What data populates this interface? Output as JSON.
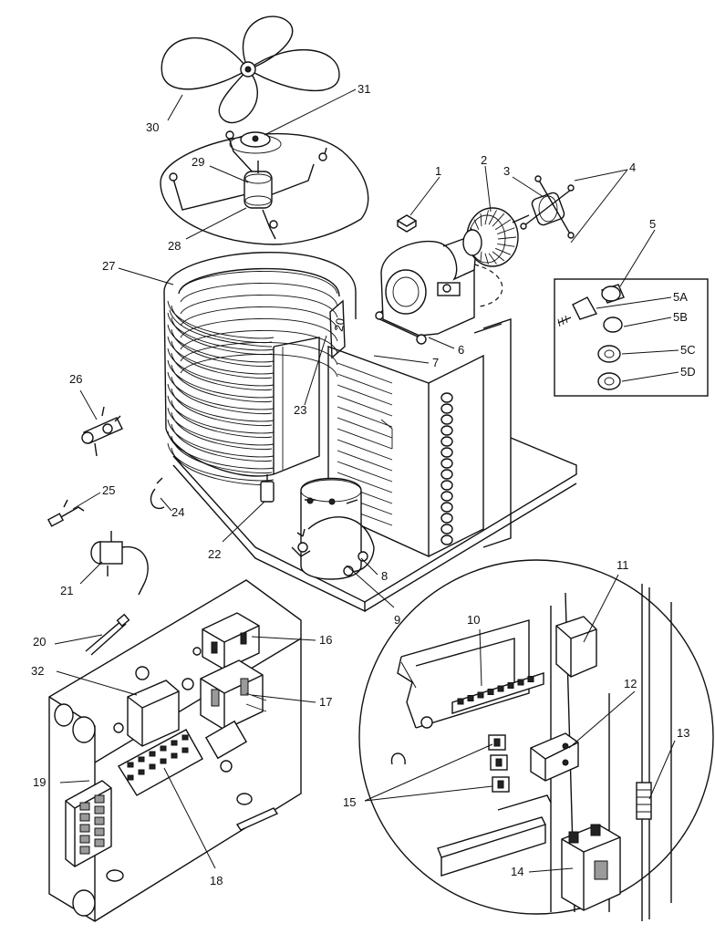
{
  "figure": {
    "kind": "exploded parts diagram",
    "labels": [
      "1",
      "2",
      "3",
      "4",
      "5",
      "5A",
      "5B",
      "5C",
      "5D",
      "6",
      "7",
      "8",
      "9",
      "10",
      "11",
      "12",
      "13",
      "14",
      "15",
      "16",
      "17",
      "18",
      "19",
      "20",
      "21",
      "22",
      "23",
      "24",
      "25",
      "26",
      "27",
      "28",
      "29",
      "30",
      "31",
      "32"
    ]
  }
}
